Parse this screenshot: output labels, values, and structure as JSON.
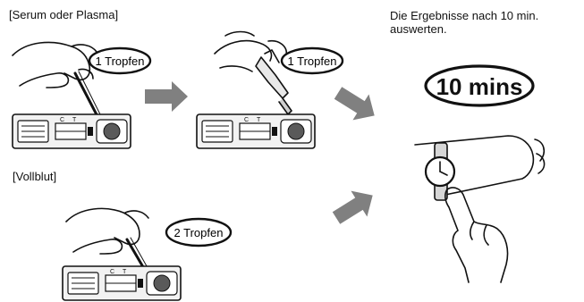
{
  "labels": {
    "serum_plasma": "[Serum oder Plasma]",
    "whole_blood": "[Vollblut]",
    "result_line1": "Die Ergebnisse nach 10 min.",
    "result_line2": "auswerten.",
    "drops_serum_1": "1 Tropfen",
    "drops_serum_2": "1 Tropfen",
    "drops_blood": "2 Tropfen",
    "timer": "10 mins"
  },
  "cassette_markings": {
    "c": "C",
    "t": "T"
  },
  "colors": {
    "arrow": "#808080",
    "outline": "#111111",
    "cassette_fill": "#f2f2f2",
    "sample_well": "#5a5a5a"
  },
  "icons": [
    "dropper-hand-icon",
    "bottle-hand-icon",
    "watch-wrist-icon",
    "pointing-finger-icon",
    "test-cassette-icon"
  ]
}
